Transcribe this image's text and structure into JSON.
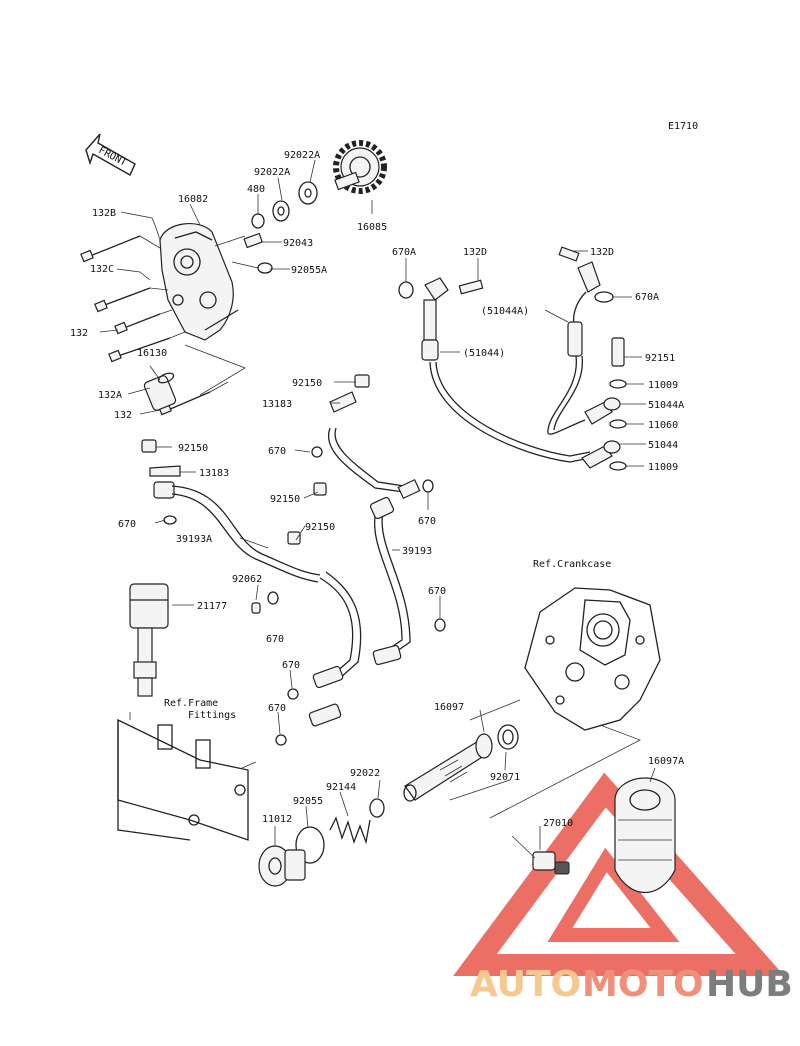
{
  "diagram_code": "E1710",
  "front_label": "FRONT",
  "ref_labels": {
    "crankcase": "Ref.Crankcase",
    "frame_line1": "Ref.Frame",
    "frame_line2": "Fittings"
  },
  "parts": {
    "p132B": "132B",
    "p16082": "16082",
    "p480": "480",
    "p92022A_top": "92022A",
    "p92022A_2": "92022A",
    "p92043": "92043",
    "p16085": "16085",
    "p92055A": "92055A",
    "p132C": "132C",
    "p132": "132",
    "p16130": "16130",
    "p132A": "132A",
    "p132_b": "132",
    "p670A_left": "670A",
    "p132D_left": "132D",
    "p132D_right": "132D",
    "p670A_right": "670A",
    "p51044A_paren": "(51044A)",
    "p51044_paren": "(51044)",
    "p92151": "92151",
    "p11009_top": "11009",
    "p51044A": "51044A",
    "p11060": "11060",
    "p51044": "51044",
    "p11009_bot": "11009",
    "p92150_top": "92150",
    "p13183_top": "13183",
    "p670_a": "670",
    "p92150_left": "92150",
    "p13183_left": "13183",
    "p92150_mid": "92150",
    "p92150_mid2": "92150",
    "p670_b": "670",
    "p670_c": "670",
    "p39193A": "39193A",
    "p39193": "39193",
    "p21177": "21177",
    "p92062": "92062",
    "p670_d": "670",
    "p670_e": "670",
    "p670_f": "670",
    "p670_g": "670",
    "p16097": "16097",
    "p16097A": "16097A",
    "p92022": "92022",
    "p92071": "92071",
    "p92144": "92144",
    "p92055": "92055",
    "p11012": "11012",
    "p27010": "27010"
  },
  "watermark": {
    "part1": "AUTO",
    "part2": "MOTO",
    "part3": "HUB",
    "triangle_color": "#e8564a"
  }
}
